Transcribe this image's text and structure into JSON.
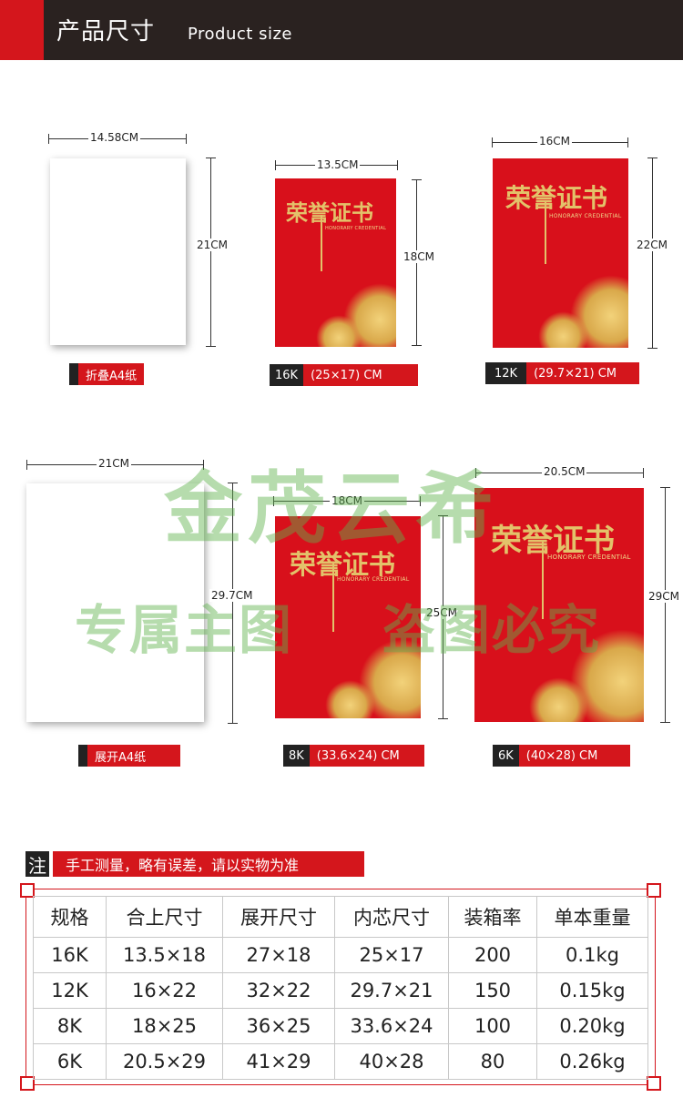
{
  "header": {
    "title_cn": "产品尺寸",
    "title_en": "Product size"
  },
  "watermark": {
    "line1": "金茂云希",
    "line2a": "专属主图",
    "line2b": "盗图必究"
  },
  "certificate": {
    "title": "荣誉证书",
    "subtitle": "HONORARY CREDENTIAL"
  },
  "items": {
    "a4_folded": {
      "width": "14.58CM",
      "height": "21CM",
      "label": "折叠A4纸"
    },
    "k16": {
      "width": "13.5CM",
      "height": "18CM",
      "label_size": "16K",
      "label_dim": "(25×17) CM"
    },
    "k12": {
      "width": "16CM",
      "height": "22CM",
      "label_size": "12K",
      "label_dim": "(29.7×21) CM"
    },
    "a4_open": {
      "width": "21CM",
      "height": "29.7CM",
      "label": "展开A4纸"
    },
    "k8": {
      "width": "18CM",
      "height": "25CM",
      "label_size": "8K",
      "label_dim": "(33.6×24) CM"
    },
    "k6": {
      "width": "20.5CM",
      "height": "29CM",
      "label_size": "6K",
      "label_dim": "(40×28) CM"
    }
  },
  "note": {
    "icon": "注",
    "text": "手工测量，略有误差，请以实物为准"
  },
  "table": {
    "headers": [
      "规格",
      "合上尺寸",
      "展开尺寸",
      "内芯尺寸",
      "装箱率",
      "单本重量"
    ],
    "rows": [
      [
        "16K",
        "13.5×18",
        "27×18",
        "25×17",
        "200",
        "0.1kg"
      ],
      [
        "12K",
        "16×22",
        "32×22",
        "29.7×21",
        "150",
        "0.15kg"
      ],
      [
        "8K",
        "18×25",
        "36×25",
        "33.6×24",
        "100",
        "0.20kg"
      ],
      [
        "6K",
        "20.5×29",
        "41×29",
        "40×28",
        "80",
        "0.26kg"
      ]
    ]
  },
  "colors": {
    "accent": "#d4161c",
    "header_bg": "#2a2220",
    "gold": "#e3c26a",
    "watermark": "#5fb24c"
  }
}
